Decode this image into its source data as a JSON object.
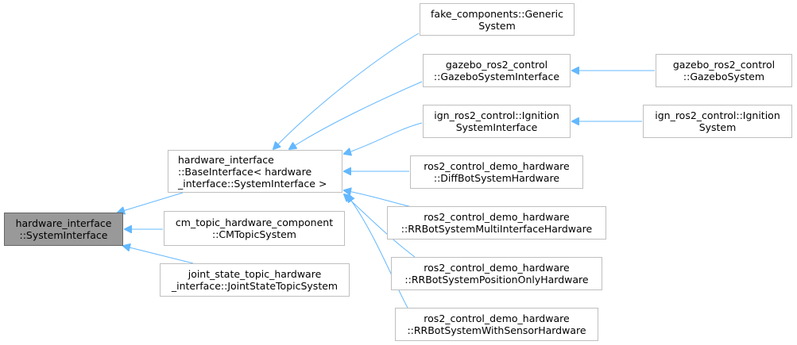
{
  "colors": {
    "edge": "#63b8ff",
    "node_border": "#bfbfbf",
    "highlight_fill": "#999999"
  },
  "nodes": {
    "system_interface": {
      "lines": [
        "hardware_interface",
        "::SystemInterface"
      ]
    },
    "base_interface": {
      "lines": [
        "hardware_interface",
        "::BaseInterface< hardware",
        "_interface::SystemInterface >"
      ]
    },
    "cm_topic_system": {
      "lines": [
        "cm_topic_hardware_component",
        "::CMTopicSystem"
      ]
    },
    "joint_state_topic_system": {
      "lines": [
        "joint_state_topic_hardware",
        "_interface::JointStateTopicSystem"
      ]
    },
    "fake_generic_system": {
      "lines": [
        "fake_components::Generic",
        "System"
      ]
    },
    "gazebo_system_interface": {
      "lines": [
        "gazebo_ros2_control",
        "::GazeboSystemInterface"
      ]
    },
    "gazebo_system": {
      "lines": [
        "gazebo_ros2_control",
        "::GazeboSystem"
      ]
    },
    "ignition_system_interface": {
      "lines": [
        "ign_ros2_control::Ignition",
        "SystemInterface"
      ]
    },
    "ignition_system": {
      "lines": [
        "ign_ros2_control::Ignition",
        "System"
      ]
    },
    "diffbot_system_hardware": {
      "lines": [
        "ros2_control_demo_hardware",
        "::DiffBotSystemHardware"
      ]
    },
    "rrbot_multi_interface": {
      "lines": [
        "ros2_control_demo_hardware",
        "::RRBotSystemMultiInterfaceHardware"
      ]
    },
    "rrbot_position_only": {
      "lines": [
        "ros2_control_demo_hardware",
        "::RRBotSystemPositionOnlyHardware"
      ]
    },
    "rrbot_with_sensor": {
      "lines": [
        "ros2_control_demo_hardware",
        "::RRBotSystemWithSensorHardware"
      ]
    }
  }
}
